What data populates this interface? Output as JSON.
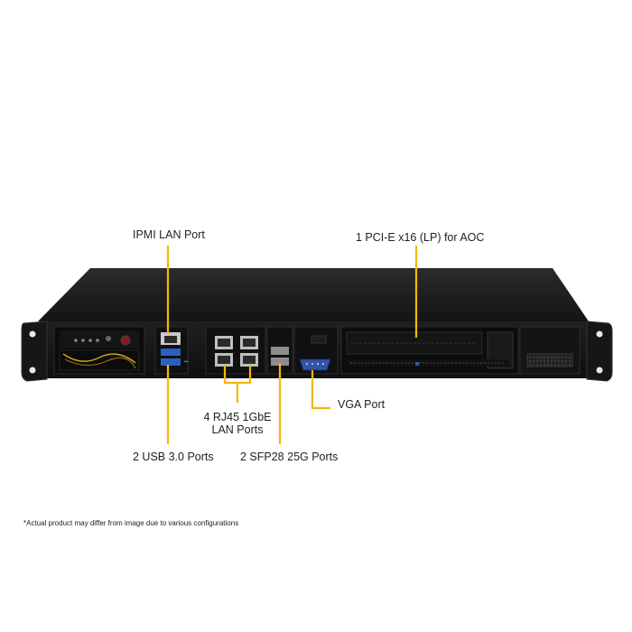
{
  "labels": {
    "ipmi": "IPMI LAN Port",
    "pcie": "1 PCI-E x16 (LP) for AOC",
    "rj45": "4 RJ45 1GbE\nLAN Ports",
    "vga": "VGA Port",
    "usb": "2 USB 3.0 Ports",
    "sfp": "2 SFP28 25G Ports"
  },
  "disclaimer": "*Actual product may differ from image due to various configurations",
  "colors": {
    "callout_line": "#f5b800",
    "chassis": "#1b1b1b",
    "background": "#ffffff",
    "usb_blue": "#2d5fbf",
    "vga_blue": "#3455a8"
  }
}
